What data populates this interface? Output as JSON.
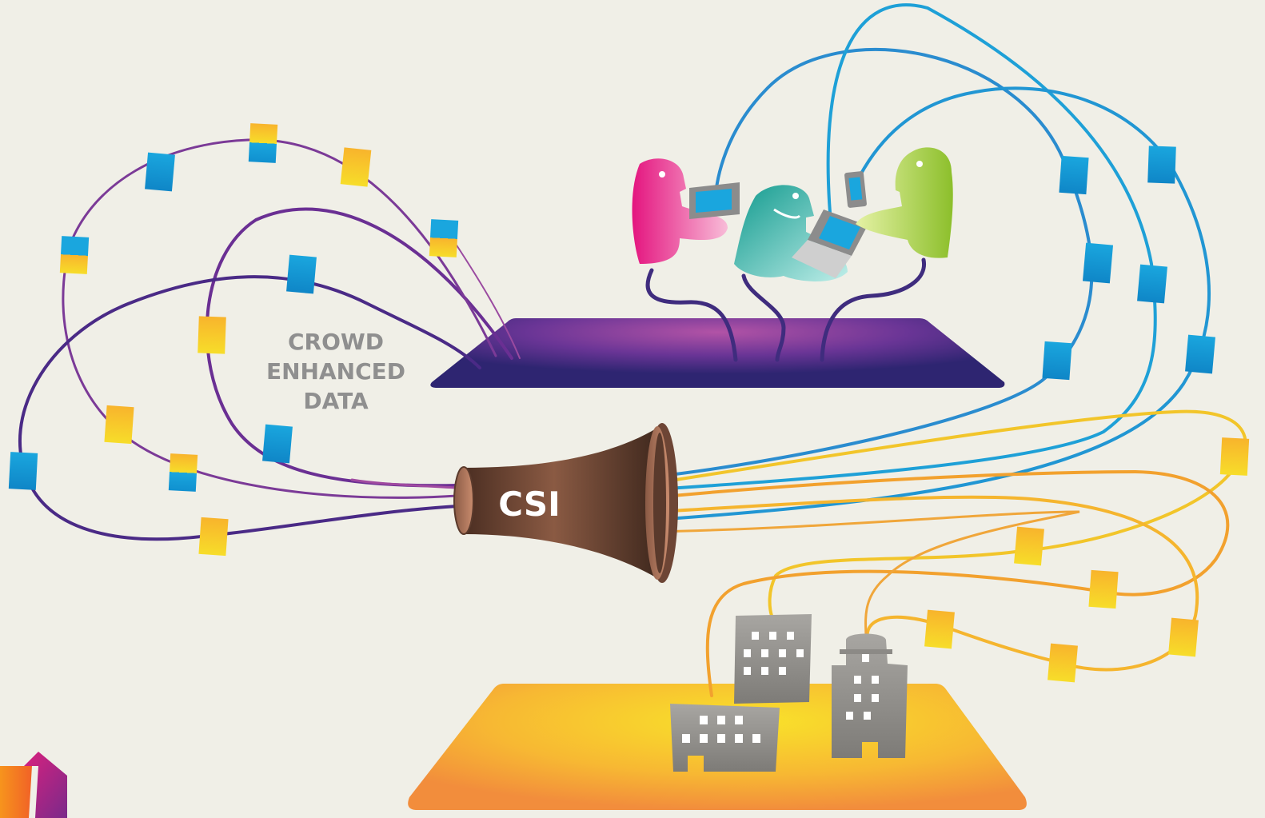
{
  "diagram": {
    "label": {
      "line1": "CROWD",
      "line2": "ENHANCED",
      "line3": "DATA"
    },
    "funnel_text": "CSI",
    "colors": {
      "background": "#f0efe7",
      "platform_purple": "#3a2377",
      "platform_orange": "#f7a33a",
      "blue_line": "#2a8ccf",
      "purple_line": "#5b3391",
      "orange_line": "#f2a12e",
      "yellow_line": "#f2d02a",
      "funnel_brown": "#5a3a2a",
      "building_gray": "#8c8a86",
      "person_pink": "#ea4b9b",
      "person_teal": "#1fa7a0",
      "person_lime": "#a9cc34",
      "label_gray": "#8f8f8f"
    },
    "icons": [
      "person-pink-icon",
      "person-teal-icon",
      "person-lime-icon",
      "tablet-icon",
      "laptop-icon",
      "phone-icon",
      "building-icon",
      "funnel-icon",
      "data-tile-icon"
    ]
  }
}
